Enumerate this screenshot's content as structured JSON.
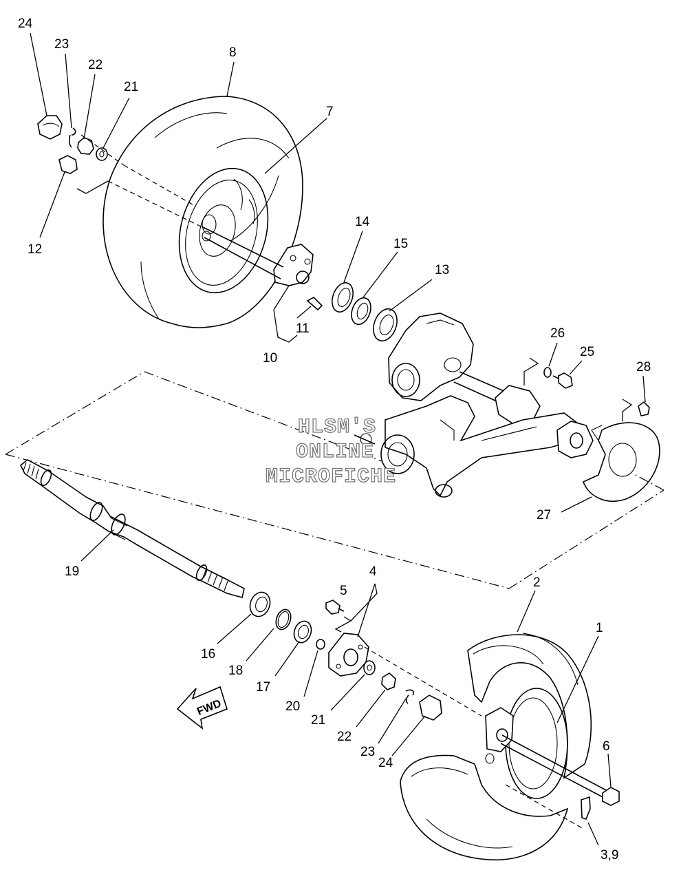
{
  "callouts": {
    "c1": "1",
    "c2": "2",
    "c3_9": "3,9",
    "c4": "4",
    "c5": "5",
    "c6": "6",
    "c7": "7",
    "c8": "8",
    "c10": "10",
    "c11": "11",
    "c12": "12",
    "c13": "13",
    "c14": "14",
    "c15": "15",
    "c16": "16",
    "c17": "17",
    "c18": "18",
    "c19": "19",
    "c20": "20",
    "c21_top": "21",
    "c21_bottom": "21",
    "c22_top": "22",
    "c22_bottom": "22",
    "c23_top": "23",
    "c23_bottom": "23",
    "c24_top": "24",
    "c24_bottom": "24",
    "c25": "25",
    "c26": "26",
    "c27": "27",
    "c28": "28"
  },
  "watermark": {
    "line1": "HLSM'S",
    "line2": "ONLINE",
    "line3": "MICROFICHE"
  },
  "fwd_arrow": {
    "label": "FWD"
  }
}
